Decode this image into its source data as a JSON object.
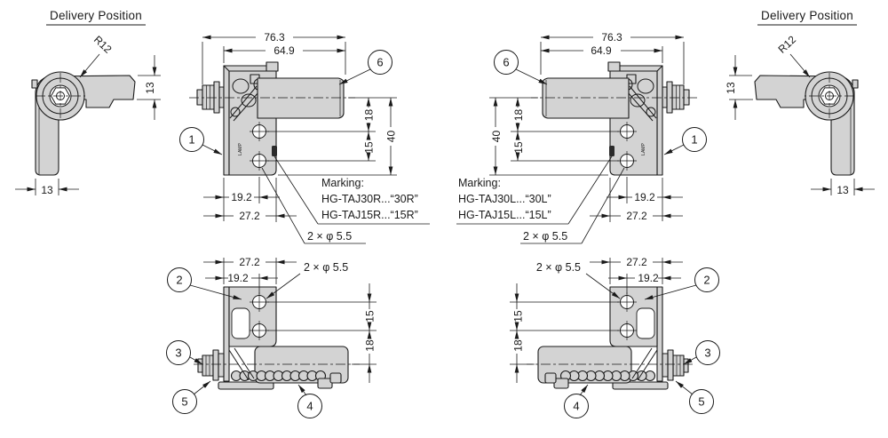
{
  "page": {
    "background": "#ffffff",
    "line_color": "#1a1a1a",
    "part_fill": "#d3d3d3"
  },
  "views": {
    "delivery_left": {
      "title": "Delivery Position",
      "radius": "R12",
      "height": "13",
      "width": "13"
    },
    "delivery_right": {
      "title": "Delivery Position",
      "radius": "R12",
      "height": "13",
      "width": "13"
    },
    "front_r": {
      "overall": "76.3",
      "arm": "64.9",
      "pivot_to_hole": "18",
      "hole_pitch": "15",
      "total_height": "40",
      "hole_offset": "19.2",
      "plate_width": "27.2",
      "callout_bracket": "1",
      "callout_arm": "6",
      "marking_title": "Marking:",
      "marking_30": "HG-TAJ30R...“30R”",
      "marking_15": "HG-TAJ15R...“15R”",
      "holes": "2 × φ 5.5",
      "brand": "LAMP"
    },
    "front_l": {
      "overall": "76.3",
      "arm": "64.9",
      "pivot_to_hole": "18",
      "hole_pitch": "15",
      "total_height": "40",
      "hole_offset": "19.2",
      "plate_width": "27.2",
      "callout_bracket": "1",
      "callout_arm": "6",
      "marking_title": "Marking:",
      "marking_30": "HG-TAJ30L...“30L”",
      "marking_15": "HG-TAJ15L...“15L”",
      "holes": "2 × φ 5.5",
      "brand": "LAMP"
    },
    "bottom_r": {
      "plate_width": "27.2",
      "hole_offset": "19.2",
      "holes": "2 × φ 5.5",
      "hole_pitch": "15",
      "pivot_to_hole": "18",
      "callout_plate": "2",
      "callout_nut": "3",
      "callout_spring": "4",
      "callout_washer": "5"
    },
    "bottom_l": {
      "plate_width": "27.2",
      "hole_offset": "19.2",
      "holes": "2 × φ 5.5",
      "hole_pitch": "15",
      "pivot_to_hole": "18",
      "callout_plate": "2",
      "callout_nut": "3",
      "callout_spring": "4",
      "callout_washer": "5"
    }
  }
}
